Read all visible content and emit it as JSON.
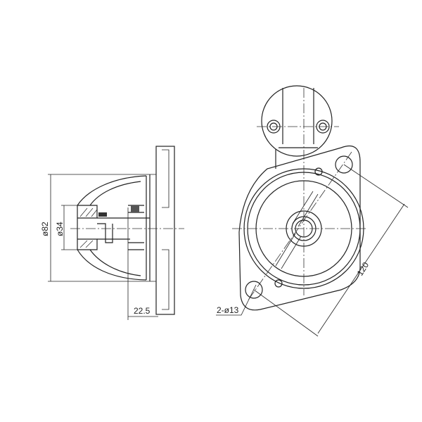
{
  "drawing": {
    "side_view": {
      "dim_outer_diameter": "ø82",
      "dim_pilot_diameter": "ø34",
      "dim_flange_offset": "22.5"
    },
    "front_view": {
      "dim_mounting_holes": "2-ø13",
      "dim_hole_spacing": "120"
    }
  }
}
